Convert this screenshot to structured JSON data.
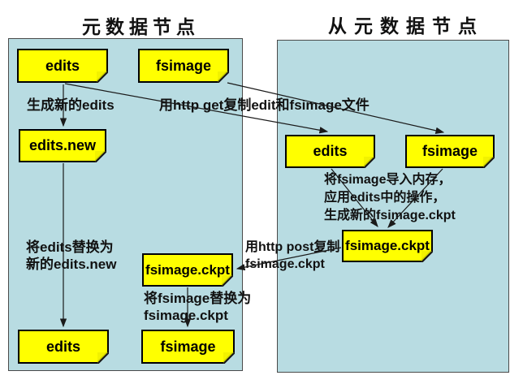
{
  "diagram": {
    "type": "flow-diagram",
    "subject": "HDFS checkpoint process between metadata node and secondary metadata node"
  },
  "colors": {
    "panel_fill": "#b8dce2",
    "panel_border": "#4a4a4a",
    "note_fill": "#ffff00",
    "note_border": "#000000",
    "note_fold": "#c9cd00",
    "arrow": "#1a1a1a",
    "text": "#111111",
    "background": "#ffffff"
  },
  "left": {
    "title": "元数据节点",
    "node_edits_top": "edits",
    "node_fsimage_top": "fsimage",
    "node_edits_new": "edits.new",
    "node_fsimage_ckpt": "fsimage.ckpt",
    "node_edits_bottom": "edits",
    "node_fsimage_bottom": "fsimage",
    "label_gen_new_edits": "生成新的edits",
    "label_replace_edits_1": "将edits替换为",
    "label_replace_edits_2": "新的edits.new",
    "label_replace_fsimage_1": "将fsimage替换为",
    "label_replace_fsimage_2": "fsimage.ckpt"
  },
  "right": {
    "title": "从元数据节点",
    "node_edits": "edits",
    "node_fsimage": "fsimage",
    "node_fsimage_ckpt": "fsimage.ckpt",
    "label_merge_1": "将fsimage导入内存，",
    "label_merge_2": "应用edits中的操作，",
    "label_merge_3": "生成新的fsimage.ckpt"
  },
  "between": {
    "label_http_get": "用http get复制edit和fsimage文件",
    "label_http_post_1": "用http post复制",
    "label_http_post_2": "fsimage.ckpt"
  },
  "edges": [
    {
      "from": "primary-edits",
      "to": "primary-edits-new"
    },
    {
      "from": "primary-edits-new",
      "to": "primary-edits-bottom"
    },
    {
      "from": "primary-fsimage-ckpt",
      "to": "primary-fsimage-bottom"
    },
    {
      "from": "primary-edits",
      "to": "secondary-edits"
    },
    {
      "from": "primary-fsimage",
      "to": "secondary-fsimage"
    },
    {
      "from": "secondary-edits",
      "to": "secondary-fsimage-ckpt"
    },
    {
      "from": "secondary-fsimage",
      "to": "secondary-fsimage-ckpt"
    },
    {
      "from": "secondary-fsimage-ckpt",
      "to": "primary-fsimage-ckpt"
    }
  ]
}
